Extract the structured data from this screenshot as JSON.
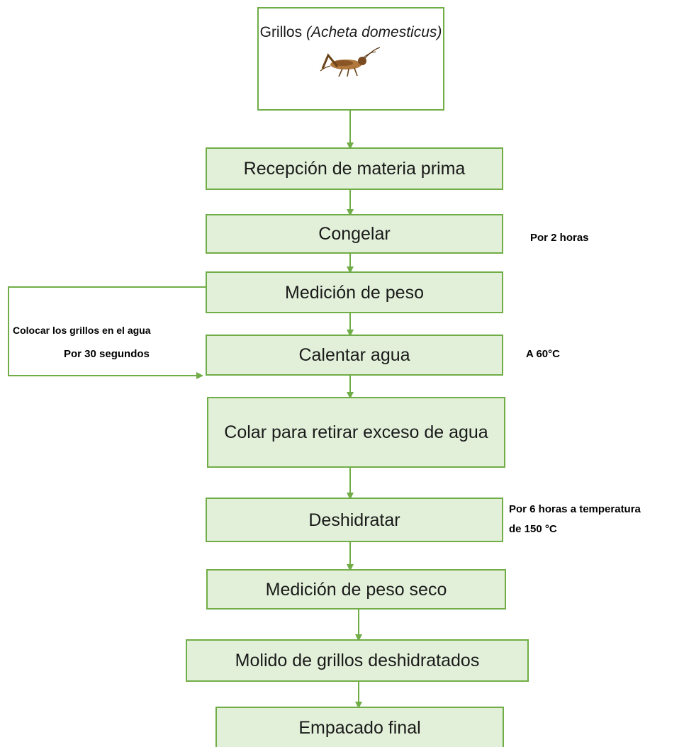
{
  "source": {
    "name": "Grillos",
    "scientific_name": "(Acheta domesticus)",
    "image": "cricket-illustration"
  },
  "steps": [
    {
      "label": "Recepción de materia prima"
    },
    {
      "label": "Congelar"
    },
    {
      "label": "Medición de peso"
    },
    {
      "label": "Calentar agua"
    },
    {
      "label": "Colar para retirar exceso de agua"
    },
    {
      "label": "Deshidratar"
    },
    {
      "label": "Medición de peso seco"
    },
    {
      "label": "Molido de grillos deshidratados"
    },
    {
      "label": "Empacado final"
    }
  ],
  "notes": {
    "congelar": "Por 2 horas",
    "calentar": "A 60°C",
    "deshidratar_line1": "Por 6 horas a temperatura",
    "deshidratar_line2": "de 150 °C",
    "loop_line1": "Colocar los grillos en el agua",
    "loop_line2": "Por 30 segundos"
  },
  "colors": {
    "box_fill": "#e2f0d9",
    "box_border": "#70ad47",
    "connector": "#70ad47"
  }
}
